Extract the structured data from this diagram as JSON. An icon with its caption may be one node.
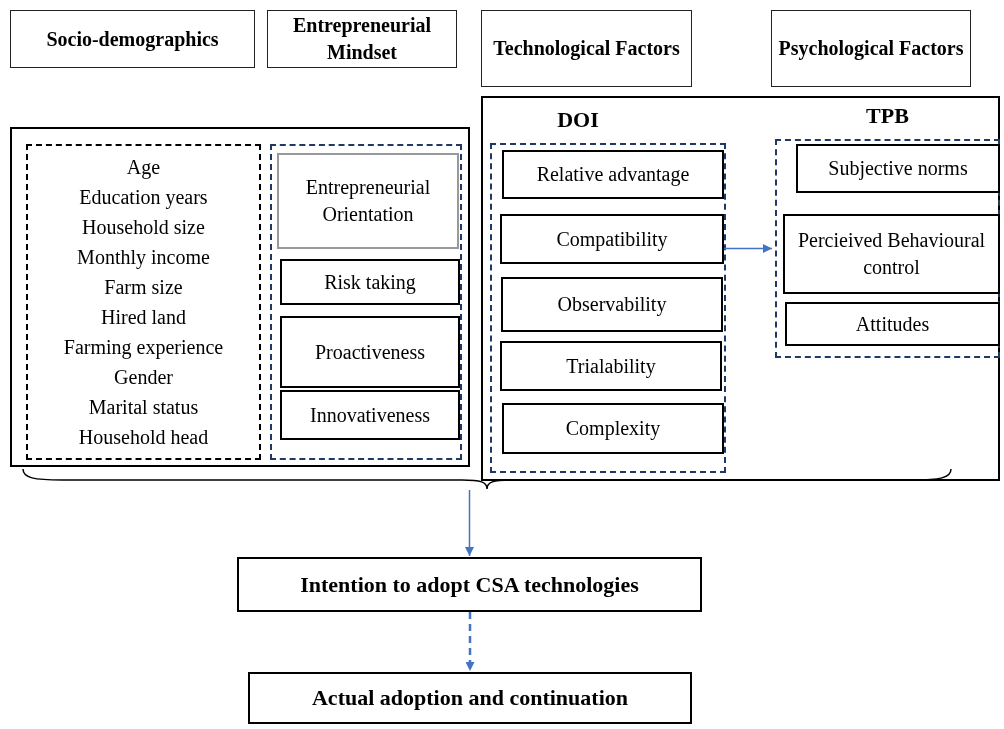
{
  "diagram": {
    "nodes": [
      {
        "text": [
          "Socio-demographics"
        ]
      },
      {
        "text": [
          "Entrepreneurial Mindset"
        ]
      },
      {
        "text": [
          "Technological Factors"
        ]
      },
      {
        "text": [
          "Psychological Factors"
        ]
      },
      {
        "text": [],
        "shape": "box"
      },
      {
        "text": [
          "Age",
          "Education years",
          "Household size",
          "Monthly income",
          "Farm size",
          "Hired land",
          "Farming experience",
          "Gender",
          "Marital status",
          "Household head"
        ],
        "in": 4
      },
      {
        "text": [],
        "shape": "box",
        "in": 4
      },
      {
        "text": [
          "Entrepreneurial Orientation"
        ],
        "in": 6
      },
      {
        "text": [
          "Risk taking"
        ],
        "in": 6
      },
      {
        "text": [
          "Proactiveness"
        ],
        "in": 6
      },
      {
        "text": [
          "Innovativeness"
        ],
        "in": 6
      },
      {
        "text": [],
        "shape": "box"
      },
      {
        "text": [
          "DOI"
        ],
        "in": 11
      },
      {
        "text": [
          "Relative advantage"
        ],
        "in": 12
      },
      {
        "text": [
          "Compatibility"
        ],
        "in": 12
      },
      {
        "text": [
          "Observability"
        ],
        "in": 12
      },
      {
        "text": [
          "Trialability"
        ],
        "in": 12
      },
      {
        "text": [
          "Complexity"
        ],
        "in": 12
      },
      {
        "text": [
          "TPB"
        ],
        "in": 11
      },
      {
        "text": [
          "Subjective norms"
        ],
        "in": 18
      },
      {
        "text": [
          "Percieived Behavioural control"
        ],
        "in": 18
      },
      {
        "text": [
          "Attitudes"
        ],
        "in": 18
      },
      {
        "text": [],
        "shape": "brace"
      },
      {
        "text": [
          "Intention to adopt CSA technologies"
        ]
      },
      {
        "text": [
          "Actual adoption and continuation"
        ]
      }
    ],
    "edges": [
      {
        "from": 12,
        "to": 18,
        "arrow": "to"
      },
      {
        "from": 22,
        "to": 23,
        "arrow": "to"
      },
      {
        "from": 23,
        "to": 24,
        "arrow": "to",
        "style": "dashed"
      }
    ]
  }
}
